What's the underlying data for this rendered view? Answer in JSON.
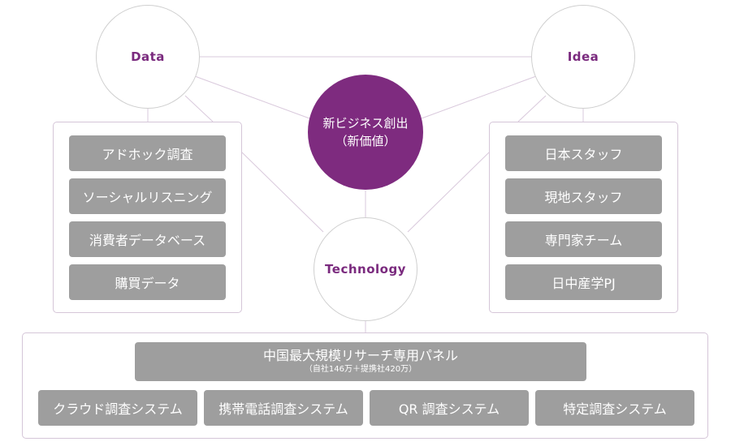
{
  "circles": {
    "data": "Data",
    "idea": "Idea",
    "technology": "Technology",
    "center_line1": "新ビジネス創出",
    "center_line2": "（新価値）"
  },
  "left_panel": {
    "items": [
      "アドホック調査",
      "ソーシャルリスニング",
      "消費者データベース",
      "購買データ"
    ]
  },
  "right_panel": {
    "items": [
      "日本スタッフ",
      "現地スタッフ",
      "専門家チーム",
      "日中産学PJ"
    ]
  },
  "bottom_panel": {
    "main_title": "中国最大規模リサーチ専用パネル",
    "main_subtitle": "（自社146万＋提携社420万）",
    "systems": [
      "クラウド調査システム",
      "携帯電話調査システム",
      "QR 調査システム",
      "特定調査システム"
    ]
  },
  "colors": {
    "accent": "#7e2b7f",
    "button": "#9e9e9e",
    "line": "#d9c9dc"
  }
}
